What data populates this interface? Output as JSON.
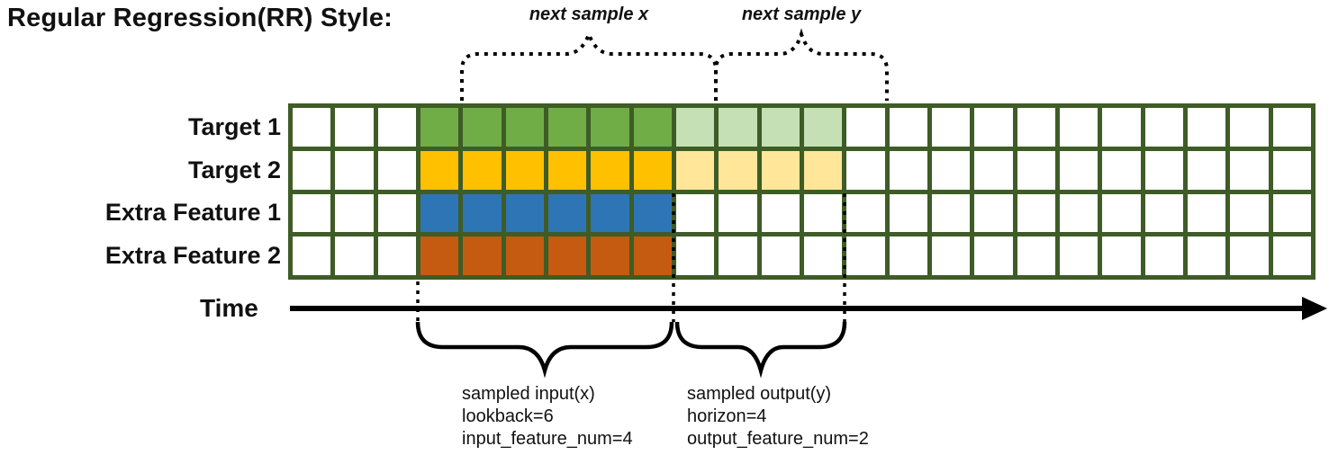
{
  "title": "Regular Regression(RR) Style:",
  "colors": {
    "grid_line": "#3E5C26",
    "input_green": "#70AD47",
    "output_green": "#C5E0B4",
    "input_gold": "#FFC000",
    "output_gold": "#FFE699",
    "input_blue": "#2E75B6",
    "input_orange": "#C55A11"
  },
  "grid": {
    "columns": 24,
    "input_start": 3,
    "lookback": 6,
    "horizon": 4,
    "rows": [
      {
        "label": "Target 1",
        "input_color": "#70AD47",
        "output_color": "#C5E0B4"
      },
      {
        "label": "Target 2",
        "input_color": "#FFC000",
        "output_color": "#FFE699"
      },
      {
        "label": "Extra Feature 1",
        "input_color": "#2E75B6",
        "output_color": null
      },
      {
        "label": "Extra Feature 2",
        "input_color": "#C55A11",
        "output_color": null
      }
    ]
  },
  "braces": {
    "next_sample_x": "next sample x",
    "next_sample_y": "next sample y"
  },
  "time_axis": {
    "label": "Time"
  },
  "annotations": {
    "input": [
      "sampled input(x)",
      "lookback=6",
      "input_feature_num=4"
    ],
    "output": [
      "sampled output(y)",
      "horizon=4",
      "output_feature_num=2"
    ]
  }
}
